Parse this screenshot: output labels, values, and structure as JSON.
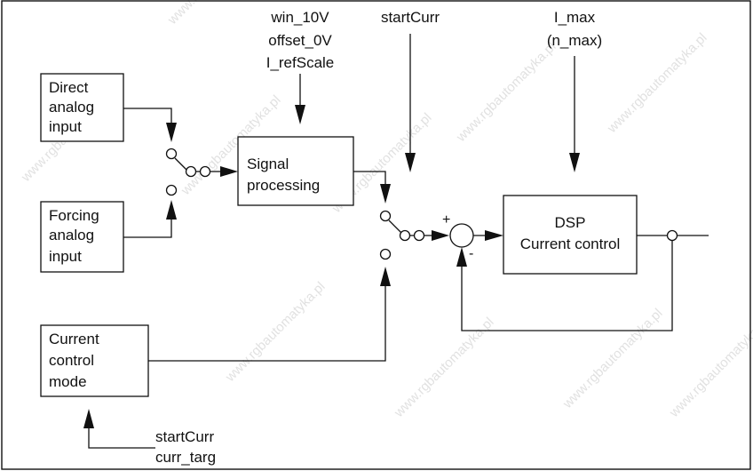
{
  "blocks": {
    "direct_input": [
      "Direct",
      "analog",
      "input"
    ],
    "forcing_input": [
      "Forcing",
      "analog",
      "input"
    ],
    "signal_processing": [
      "Signal",
      "processing"
    ],
    "dsp": [
      "DSP",
      "Current control"
    ],
    "current_control_mode": [
      "Current",
      "control",
      "mode"
    ]
  },
  "params": {
    "signal": [
      "win_10V",
      "offset_0V",
      "I_refScale"
    ],
    "start": "startCurr",
    "limits": [
      "I_max",
      "(n_max)"
    ],
    "mode_inputs": [
      "startCurr",
      "curr_targ"
    ]
  },
  "summing": {
    "plus": "+",
    "minus": "-"
  },
  "watermark": "www.rgbautomatyka.pl"
}
